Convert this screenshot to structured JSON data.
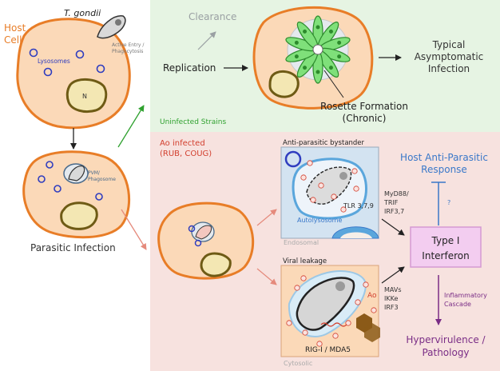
{
  "host": {
    "title_lines": [
      "Host",
      "Cell"
    ],
    "pathogen": "T. gondii",
    "entry_lines": [
      "Active Entry /",
      "Phagocytosis"
    ],
    "lysosomes": "Lysosomes",
    "nucleus": "N",
    "infection": "Parasitic Infection",
    "pvm_lines": [
      "PVM/",
      "Phagosome"
    ]
  },
  "uninfected": {
    "label": "Uninfected Strains",
    "clearance": "Clearance",
    "replication": "Replication",
    "typical_lines": [
      "Typical",
      "Asymptomatic",
      "Infection"
    ],
    "rosette_lines": [
      "Rosette Formation",
      "(Chronic)"
    ]
  },
  "ao": {
    "label_lines": [
      "Ao infected",
      "(RUB, COUG)"
    ],
    "bystander": "Anti-parasitic bystander",
    "autolysosome": "Autolysosome",
    "tlr": "TLR 3,7,9",
    "endosomal": "Endosomal",
    "viral_leakage": "Viral leakage",
    "rig": "RIG-I / MDA5",
    "ao_mark": "Ao",
    "cytosolic": "Cytosolic",
    "myd_lines": [
      "MyD88/",
      "TRIF",
      "IRF3,7"
    ],
    "mavs_lines": [
      "MAVs",
      "IKKe",
      "IRF3"
    ],
    "response_lines": [
      "Host Anti-Parasitic",
      "Response"
    ],
    "question": "?",
    "interferon_lines": [
      "Type I",
      "Interferon"
    ],
    "cascade_lines": [
      "Inflammatory",
      "Cascade"
    ],
    "hyper_lines": [
      "Hypervirulence /",
      "Pathology"
    ]
  },
  "colors": {
    "green_panel": "#e6f4e3",
    "red_panel": "#f7e2df",
    "cell_fill": "#fbd9b8",
    "cell_stroke": "#e87d27",
    "nucleus_fill": "#f3e7b3",
    "nucleus_stroke": "#6e5b15",
    "lysosome": "#2f3dbf",
    "panel_box": "#d3e3f1",
    "interferon_fill": "#f3cdf0",
    "interferon_stroke": "#d59ad2",
    "response_blue": "#3a78c9",
    "purple": "#7a2d86",
    "ao_red": "#d23f2e"
  }
}
